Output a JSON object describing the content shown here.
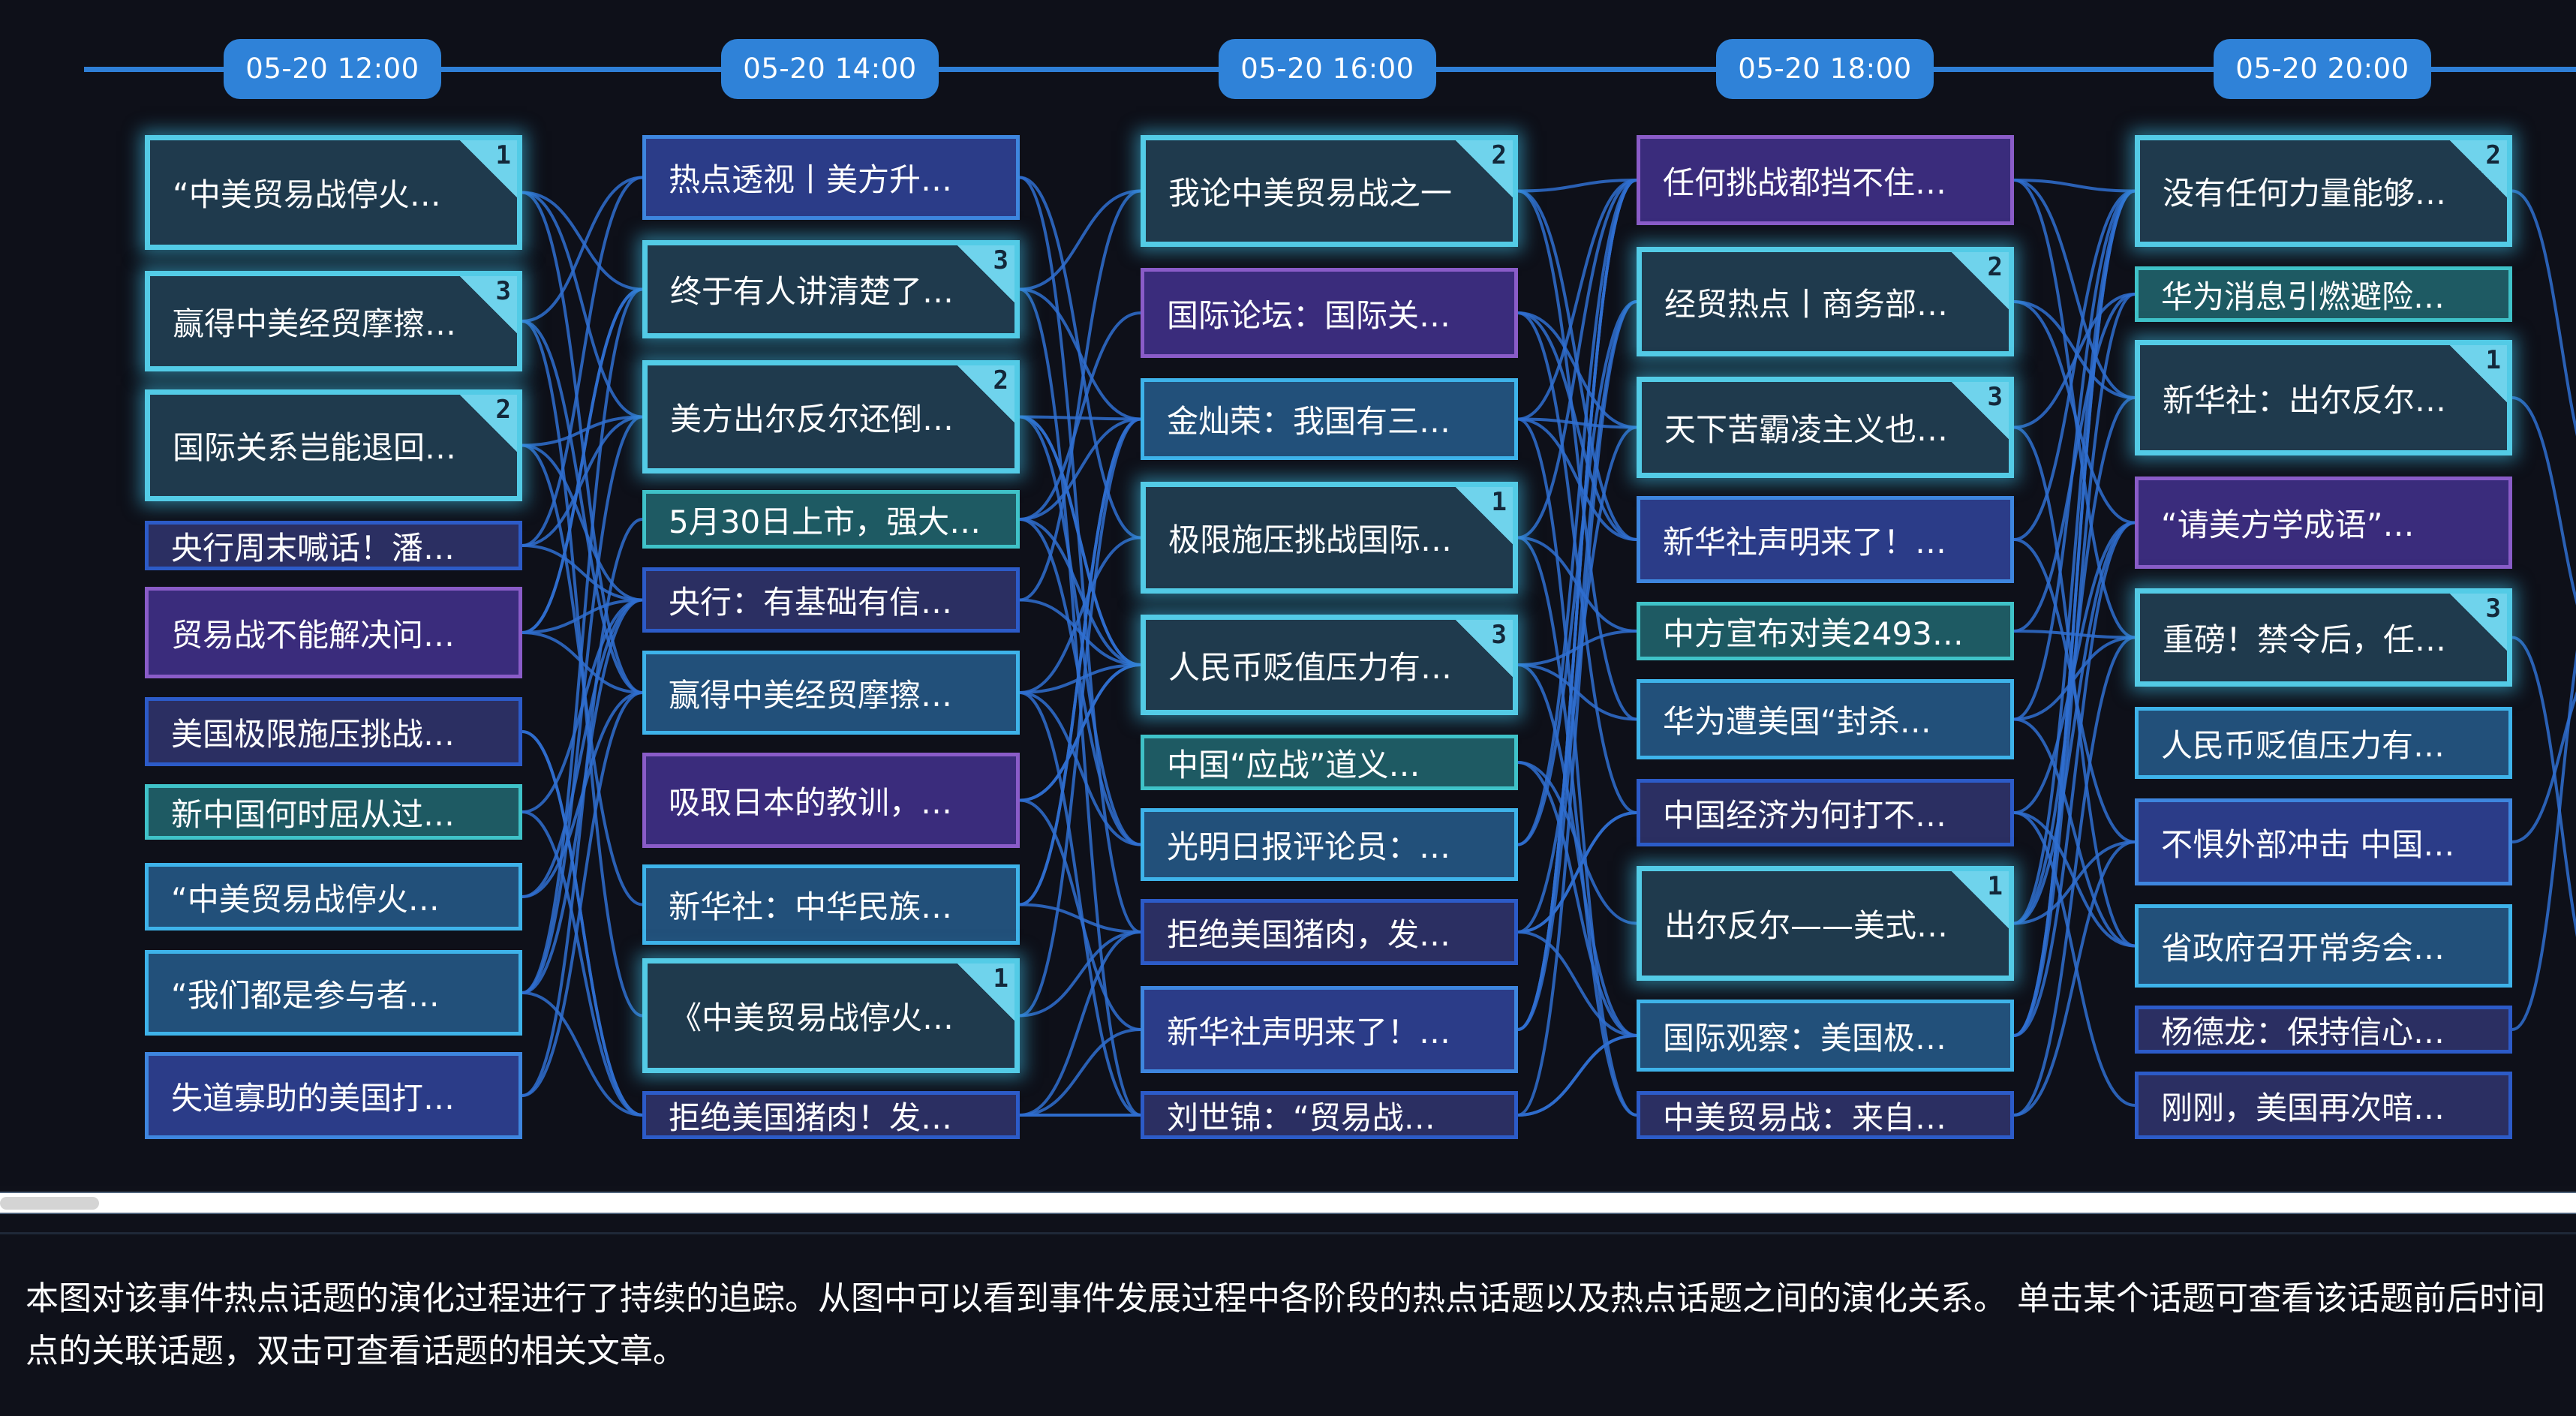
{
  "timeline": {
    "ticks": [
      "05-20 12:00",
      "05-20 14:00",
      "05-20 16:00",
      "05-20 18:00",
      "05-20 20:00"
    ]
  },
  "colors": {
    "background": "#0e1019",
    "timeline": "#2f7fd6",
    "link": "#2f6fd0",
    "hot_border": "#53cbe6",
    "rank_badge": "#6fd3ec"
  },
  "columns": [
    {
      "time": "05-20 12:00",
      "topics": [
        {
          "label": "“中美贸易战停火…",
          "rank": "1",
          "variant": "hot"
        },
        {
          "label": "赢得中美经贸摩擦…",
          "rank": "3",
          "variant": "hot"
        },
        {
          "label": "国际关系岂能退回…",
          "rank": "2",
          "variant": "hot"
        },
        {
          "label": "央行周末喊话！潘…",
          "variant": "navy"
        },
        {
          "label": "贸易战不能解决问…",
          "variant": "purple"
        },
        {
          "label": "美国极限施压挑战…",
          "variant": "navy"
        },
        {
          "label": "新中国何时屈从过…",
          "variant": "teal"
        },
        {
          "label": "“中美贸易战停火…",
          "variant": "steel"
        },
        {
          "label": "“我们都是参与者…",
          "variant": "steel"
        },
        {
          "label": "失道寡助的美国打…",
          "variant": "blue"
        }
      ]
    },
    {
      "time": "05-20 14:00",
      "topics": [
        {
          "label": "热点透视丨美方升…",
          "variant": "blue"
        },
        {
          "label": "终于有人讲清楚了…",
          "rank": "3",
          "variant": "hot"
        },
        {
          "label": "美方出尔反尔还倒…",
          "rank": "2",
          "variant": "hot"
        },
        {
          "label": "5月30日上市，强大…",
          "variant": "teal"
        },
        {
          "label": "央行：有基础有信…",
          "variant": "navy"
        },
        {
          "label": "赢得中美经贸摩擦…",
          "variant": "steel"
        },
        {
          "label": "吸取日本的教训，…",
          "variant": "purple"
        },
        {
          "label": "新华社：中华民族…",
          "variant": "steel"
        },
        {
          "label": "《中美贸易战停火…",
          "rank": "1",
          "variant": "hot"
        },
        {
          "label": "拒绝美国猪肉！发…",
          "variant": "navy"
        }
      ]
    },
    {
      "time": "05-20 16:00",
      "topics": [
        {
          "label": "我论中美贸易战之一",
          "rank": "2",
          "variant": "hot"
        },
        {
          "label": "国际论坛：国际关…",
          "variant": "purple"
        },
        {
          "label": "金灿荣：我国有三…",
          "variant": "steel"
        },
        {
          "label": "极限施压挑战国际…",
          "rank": "1",
          "variant": "hot"
        },
        {
          "label": "人民币贬值压力有…",
          "rank": "3",
          "variant": "hot"
        },
        {
          "label": "中国“应战”道义…",
          "variant": "teal"
        },
        {
          "label": "光明日报评论员：…",
          "variant": "steel"
        },
        {
          "label": "拒绝美国猪肉，发…",
          "variant": "navy"
        },
        {
          "label": "新华社声明来了！…",
          "variant": "blue"
        },
        {
          "label": "刘世锦：“贸易战…",
          "variant": "navy"
        }
      ]
    },
    {
      "time": "05-20 18:00",
      "topics": [
        {
          "label": "任何挑战都挡不住…",
          "variant": "purple"
        },
        {
          "label": "经贸热点丨商务部…",
          "rank": "2",
          "variant": "hot"
        },
        {
          "label": "天下苦霸凌主义也…",
          "rank": "3",
          "variant": "hot"
        },
        {
          "label": "新华社声明来了！…",
          "variant": "blue"
        },
        {
          "label": "中方宣布对美2493…",
          "variant": "teal"
        },
        {
          "label": "华为遭美国“封杀…",
          "variant": "steel"
        },
        {
          "label": "中国经济为何打不…",
          "variant": "navy"
        },
        {
          "label": "出尔反尔——美式…",
          "rank": "1",
          "variant": "hot"
        },
        {
          "label": "国际观察：美国极…",
          "variant": "steel"
        },
        {
          "label": "中美贸易战：来自…",
          "variant": "navy"
        }
      ]
    },
    {
      "time": "05-20 20:00",
      "topics": [
        {
          "label": "没有任何力量能够…",
          "rank": "2",
          "variant": "hot"
        },
        {
          "label": "华为消息引燃避险…",
          "variant": "teal"
        },
        {
          "label": "新华社：出尔反尔…",
          "rank": "1",
          "variant": "hot"
        },
        {
          "label": "“请美方学成语”…",
          "variant": "purple"
        },
        {
          "label": "重磅！禁令后，任…",
          "rank": "3",
          "variant": "hot"
        },
        {
          "label": "人民币贬值压力有…",
          "variant": "steel"
        },
        {
          "label": "不惧外部冲击 中国…",
          "variant": "blue"
        },
        {
          "label": "省政府召开常务会…",
          "variant": "steel"
        },
        {
          "label": "杨德龙：保持信心…",
          "variant": "navy"
        },
        {
          "label": "刚刚，美国再次暗…",
          "variant": "navy"
        }
      ]
    }
  ],
  "description": "本图对该事件热点话题的演化过程进行了持续的追踪。从图中可以看到事件发展过程中各阶段的热点话题以及热点话题之间的演化关系。 单击某个话题可查看该话题前后时间点的关联话题，双击可查看话题的相关文章。"
}
